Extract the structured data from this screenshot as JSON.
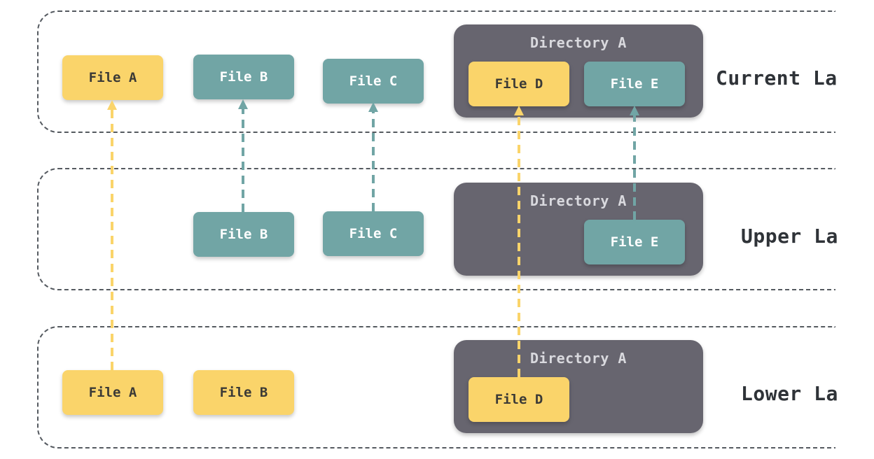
{
  "layers": {
    "current": "Current La",
    "upper": "Upper La",
    "lower": "Lower La"
  },
  "directory_label": "Directory A",
  "files": {
    "current_a": "File A",
    "current_b": "File B",
    "current_c": "File C",
    "current_d": "File D",
    "current_e": "File E",
    "upper_b": "File B",
    "upper_c": "File C",
    "upper_e": "File E",
    "lower_a": "File A",
    "lower_b": "File B",
    "lower_d": "File D"
  },
  "colors": {
    "yellow": "#fad46a",
    "teal": "#71a5a5",
    "directory": "#67656f",
    "frame": "#555a60"
  }
}
